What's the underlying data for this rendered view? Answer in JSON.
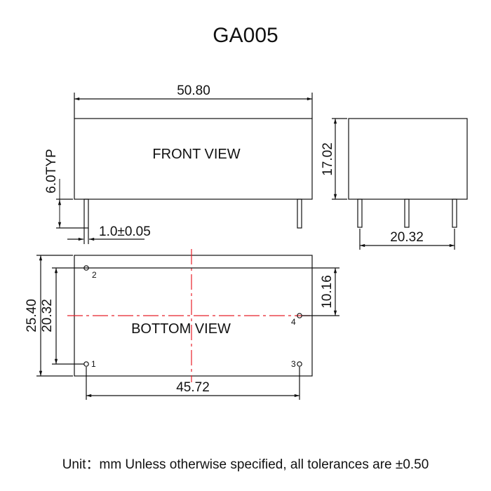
{
  "title": "GA005",
  "front_view": {
    "label": "FRONT VIEW",
    "width_dim": "50.80",
    "pin_length_dim": "6.0TYP",
    "pin_width_dim": "1.0±0.05"
  },
  "side_view": {
    "height_dim": "17.02",
    "pin_pitch_dim": "20.32"
  },
  "bottom_view": {
    "label": "BOTTOM VIEW",
    "height_dim": "25.40",
    "pin_span_vertical_dim": "20.32",
    "pin4_offset_dim": "10.16",
    "pin_span_horizontal_dim": "45.72",
    "pins": [
      "1",
      "2",
      "3",
      "4"
    ]
  },
  "footer_note": "Unit：mm Unless otherwise specified, all tolerances are ±0.50",
  "colors": {
    "line": "#111111",
    "centerline": "#e8202a"
  }
}
